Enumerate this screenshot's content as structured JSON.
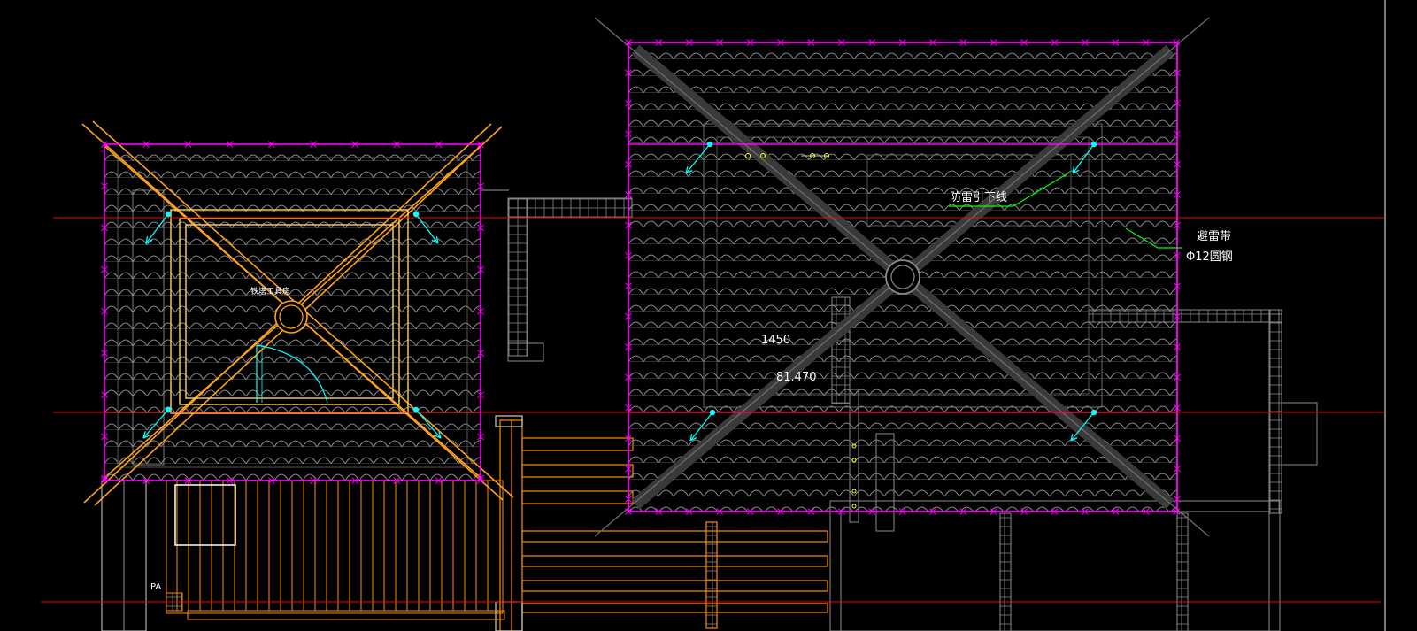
{
  "labels": {
    "left_roof_note": "铁塔工具房",
    "down_conductor": "防雷引下线",
    "lightning_belt": "避雷带",
    "round_steel": "Φ12圆钢",
    "dim_1450": "1450",
    "elev_81470": "81.470",
    "pa_tag": "PA"
  },
  "colors": {
    "background": "#000000",
    "lightning_belt": "#ff00ff",
    "axis_red": "#ff0000",
    "ridge_orange": "#ffa020",
    "structure_orange": "#ff8c00",
    "tile_gray": "#9a9a9a",
    "down_conductor_cyan": "#00ffff",
    "leader_green": "#00ff00",
    "marker_yellow": "#ffff00",
    "text_white": "#ffffff"
  }
}
